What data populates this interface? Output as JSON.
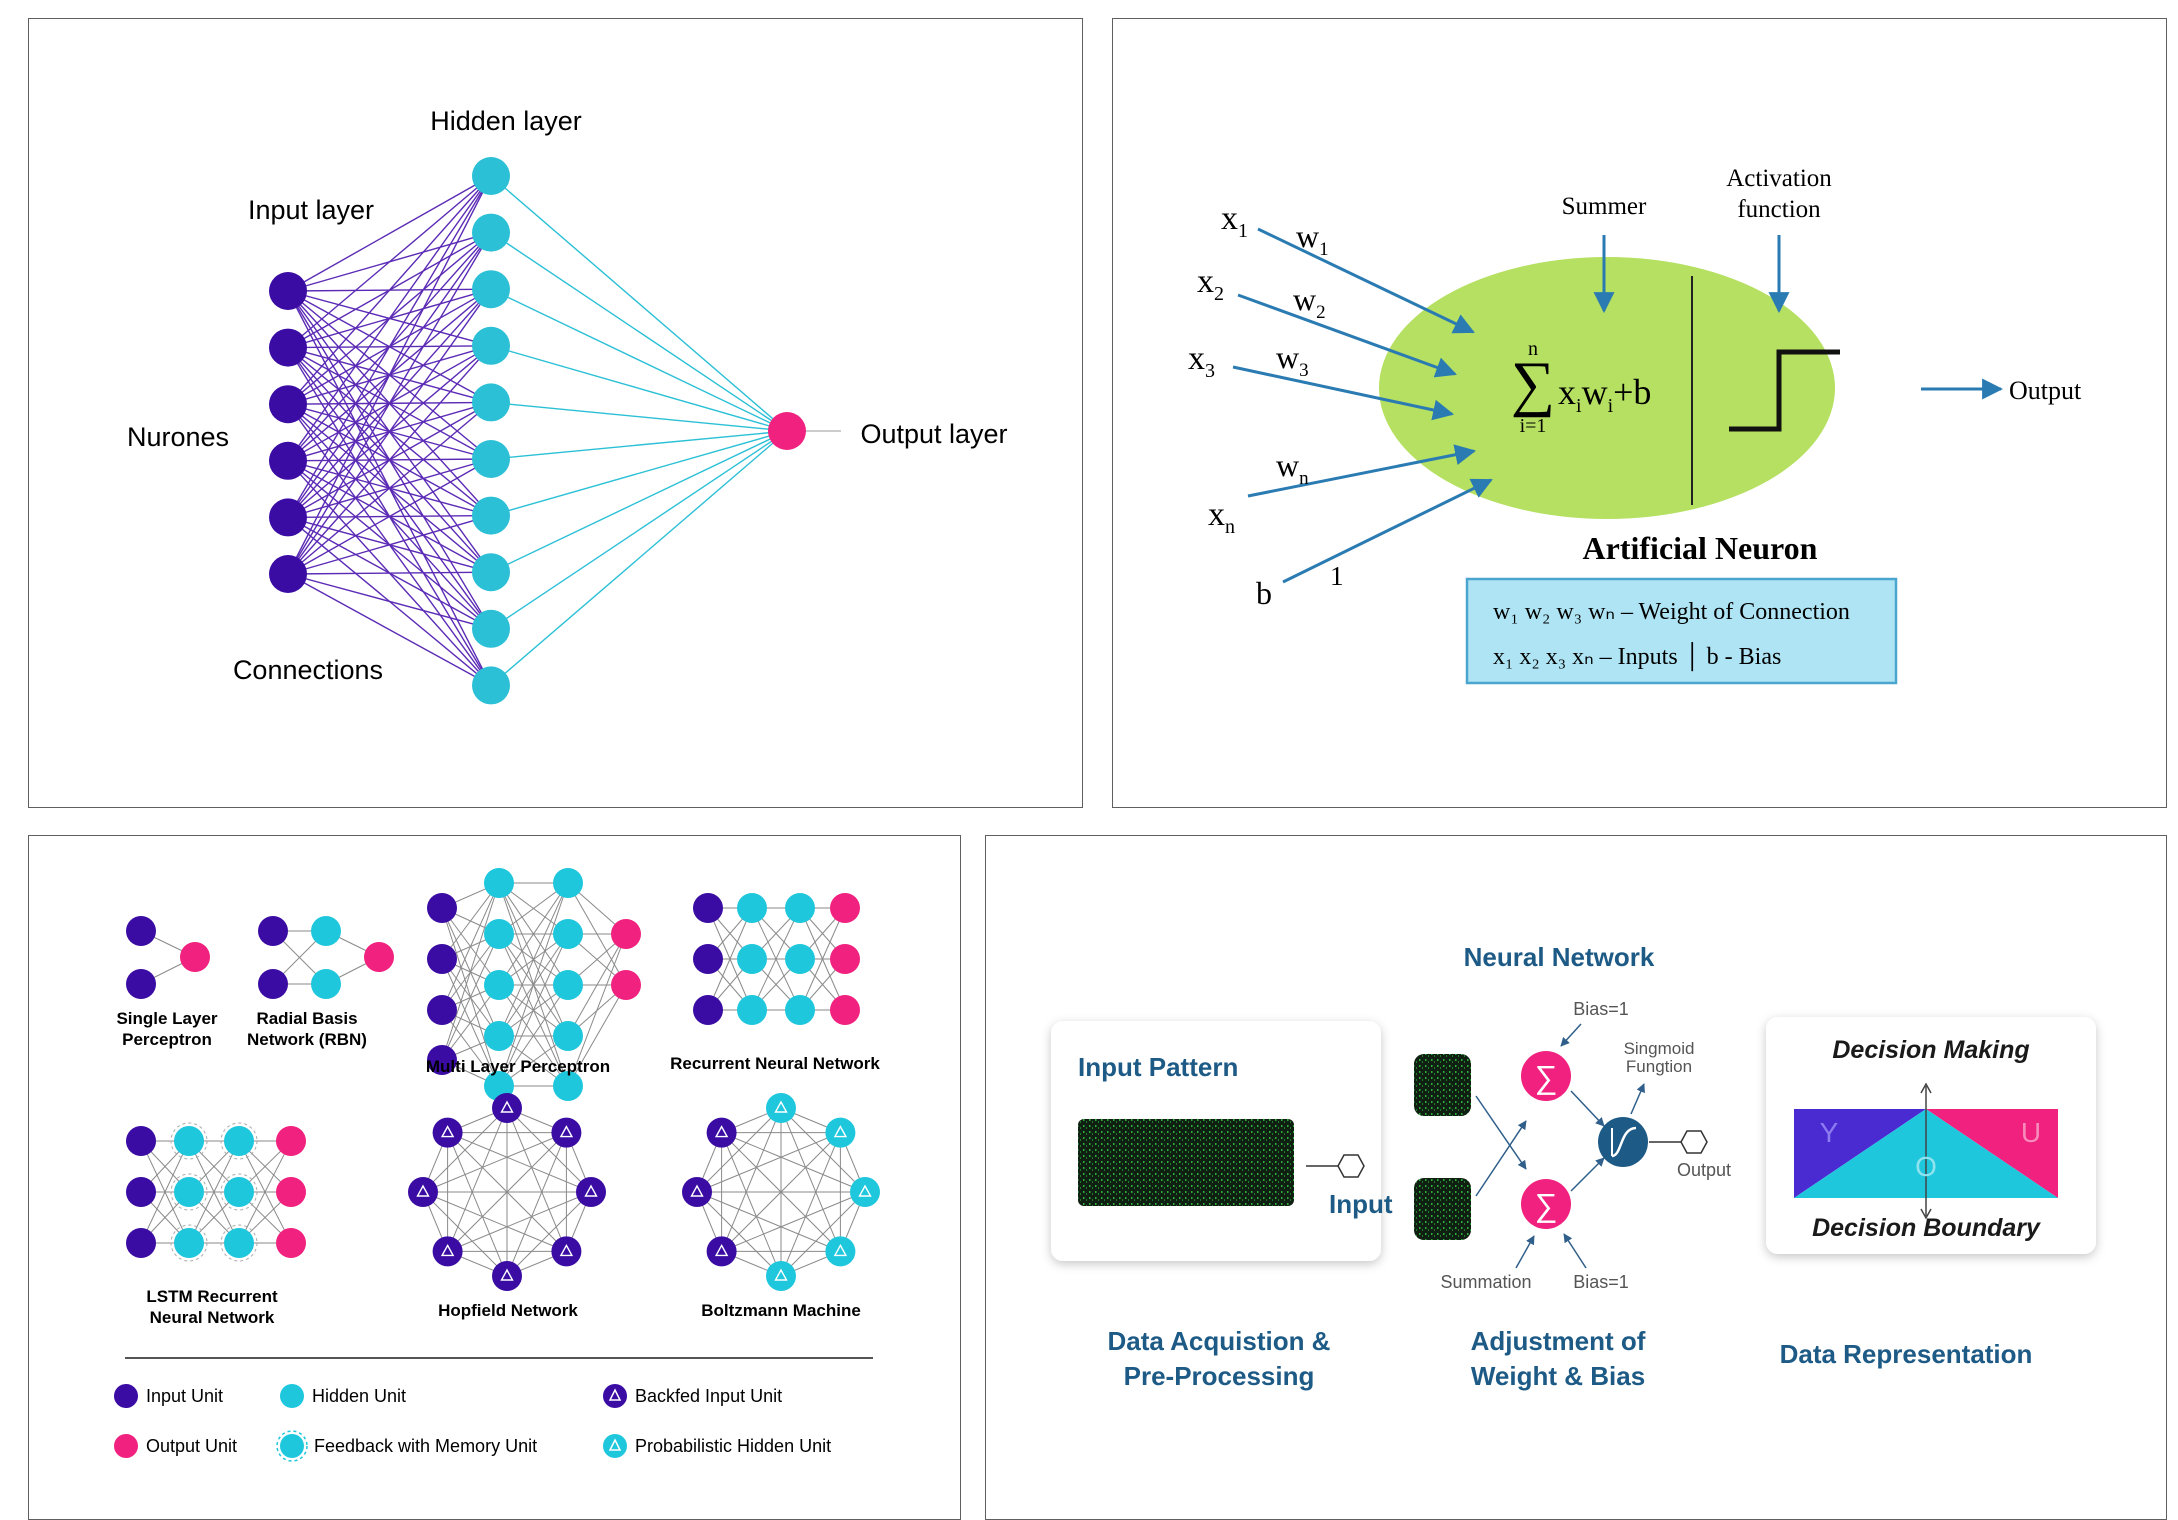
{
  "panel1": {
    "hidden_layer": "Hidden layer",
    "input_layer": "Input layer",
    "nurones": "Nurones",
    "output_layer": "Output layer",
    "connections": "Connections",
    "colors": {
      "input": "#3a0ca3",
      "hidden": "#2bc0d6",
      "output": "#f0217f",
      "edge_in": "#5b2bb5",
      "edge_out": "#2bc0d6"
    }
  },
  "panel2": {
    "x1": "x",
    "x1_sub": "1",
    "w1": "w",
    "w1_sub": "1",
    "x2": "x",
    "x2_sub": "2",
    "w2": "w",
    "w2_sub": "2",
    "x3": "x",
    "x3_sub": "3",
    "w3": "w",
    "w3_sub": "3",
    "wn": "w",
    "wn_sub": "n",
    "xn": "x",
    "xn_sub": "n",
    "b": "b",
    "one": "1",
    "summer": "Summer",
    "activation_line1": "Activation",
    "activation_line2": "function",
    "sum_top": "n",
    "sum_symbol": "∑",
    "sum_bottom": "i=1",
    "sum_expr_x": "x",
    "sum_expr_i1": "i",
    "sum_expr_w": "w",
    "sum_expr_i2": "i",
    "sum_expr_b": "+b",
    "output": "Output",
    "title": "Artificial Neuron",
    "legend_w": "w₁ w₂ w₃ wₙ –  Weight of Connection",
    "legend_x": "x₁  x₂  x₃ xₙ –  Inputs  │ b - Bias",
    "colors": {
      "ellipse": "#b5e061",
      "arrow": "#2b7bb3",
      "legend_bg": "#aee4f4",
      "legend_border": "#4aa6cf"
    }
  },
  "panel3": {
    "single_layer_perceptron_1": "Single Layer",
    "single_layer_perceptron_2": "Perceptron",
    "rbn_1": "Radial Basis",
    "rbn_2": "Network (RBN)",
    "mlp": "Multi Layer Perceptron",
    "rnn": "Recurrent Neural Network",
    "lstm_1": "LSTM Recurrent",
    "lstm_2": "Neural Network",
    "hopfield": "Hopfield Network",
    "boltzmann": "Boltzmann Machine",
    "legend": {
      "input_unit": "Input Unit",
      "hidden_unit": "Hidden Unit",
      "backfed_input_unit": "Backfed Input Unit",
      "output_unit": "Output Unit",
      "feedback_memory_unit": "Feedback with Memory Unit",
      "probabilistic_hidden_unit": "Probabilistic Hidden Unit"
    },
    "colors": {
      "input": "#3a0ca3",
      "hidden": "#1fc7dd",
      "output": "#f0217f",
      "edge": "#8a8a8a"
    }
  },
  "panel4": {
    "title": "Neural Network",
    "input_pattern": "Input Pattern",
    "input": "Input",
    "bias_top": "Bias=1",
    "bias_bottom": "Bias=1",
    "sigmoid_1": "Singmoid",
    "sigmoid_2": "Fungtion",
    "output": "Output",
    "summation": "Summation",
    "sigma": "∑",
    "decision_making": "Decision Making",
    "decision_boundary": "Decision Boundary",
    "letter_y": "Y",
    "letter_o": "O",
    "letter_u": "U",
    "step1_1": "Data Acquistion &",
    "step1_2": "Pre-Processing",
    "step2_1": "Adjustment of",
    "step2_2": "Weight & Bias",
    "step3": "Data Representation",
    "colors": {
      "title": "#1d5a85",
      "sigma": "#f0217f",
      "sigmoid_node": "#1d5a85",
      "tri_left": "#4a2bd1",
      "tri_mid": "#1fc7dd",
      "tri_right": "#f0217f"
    }
  }
}
